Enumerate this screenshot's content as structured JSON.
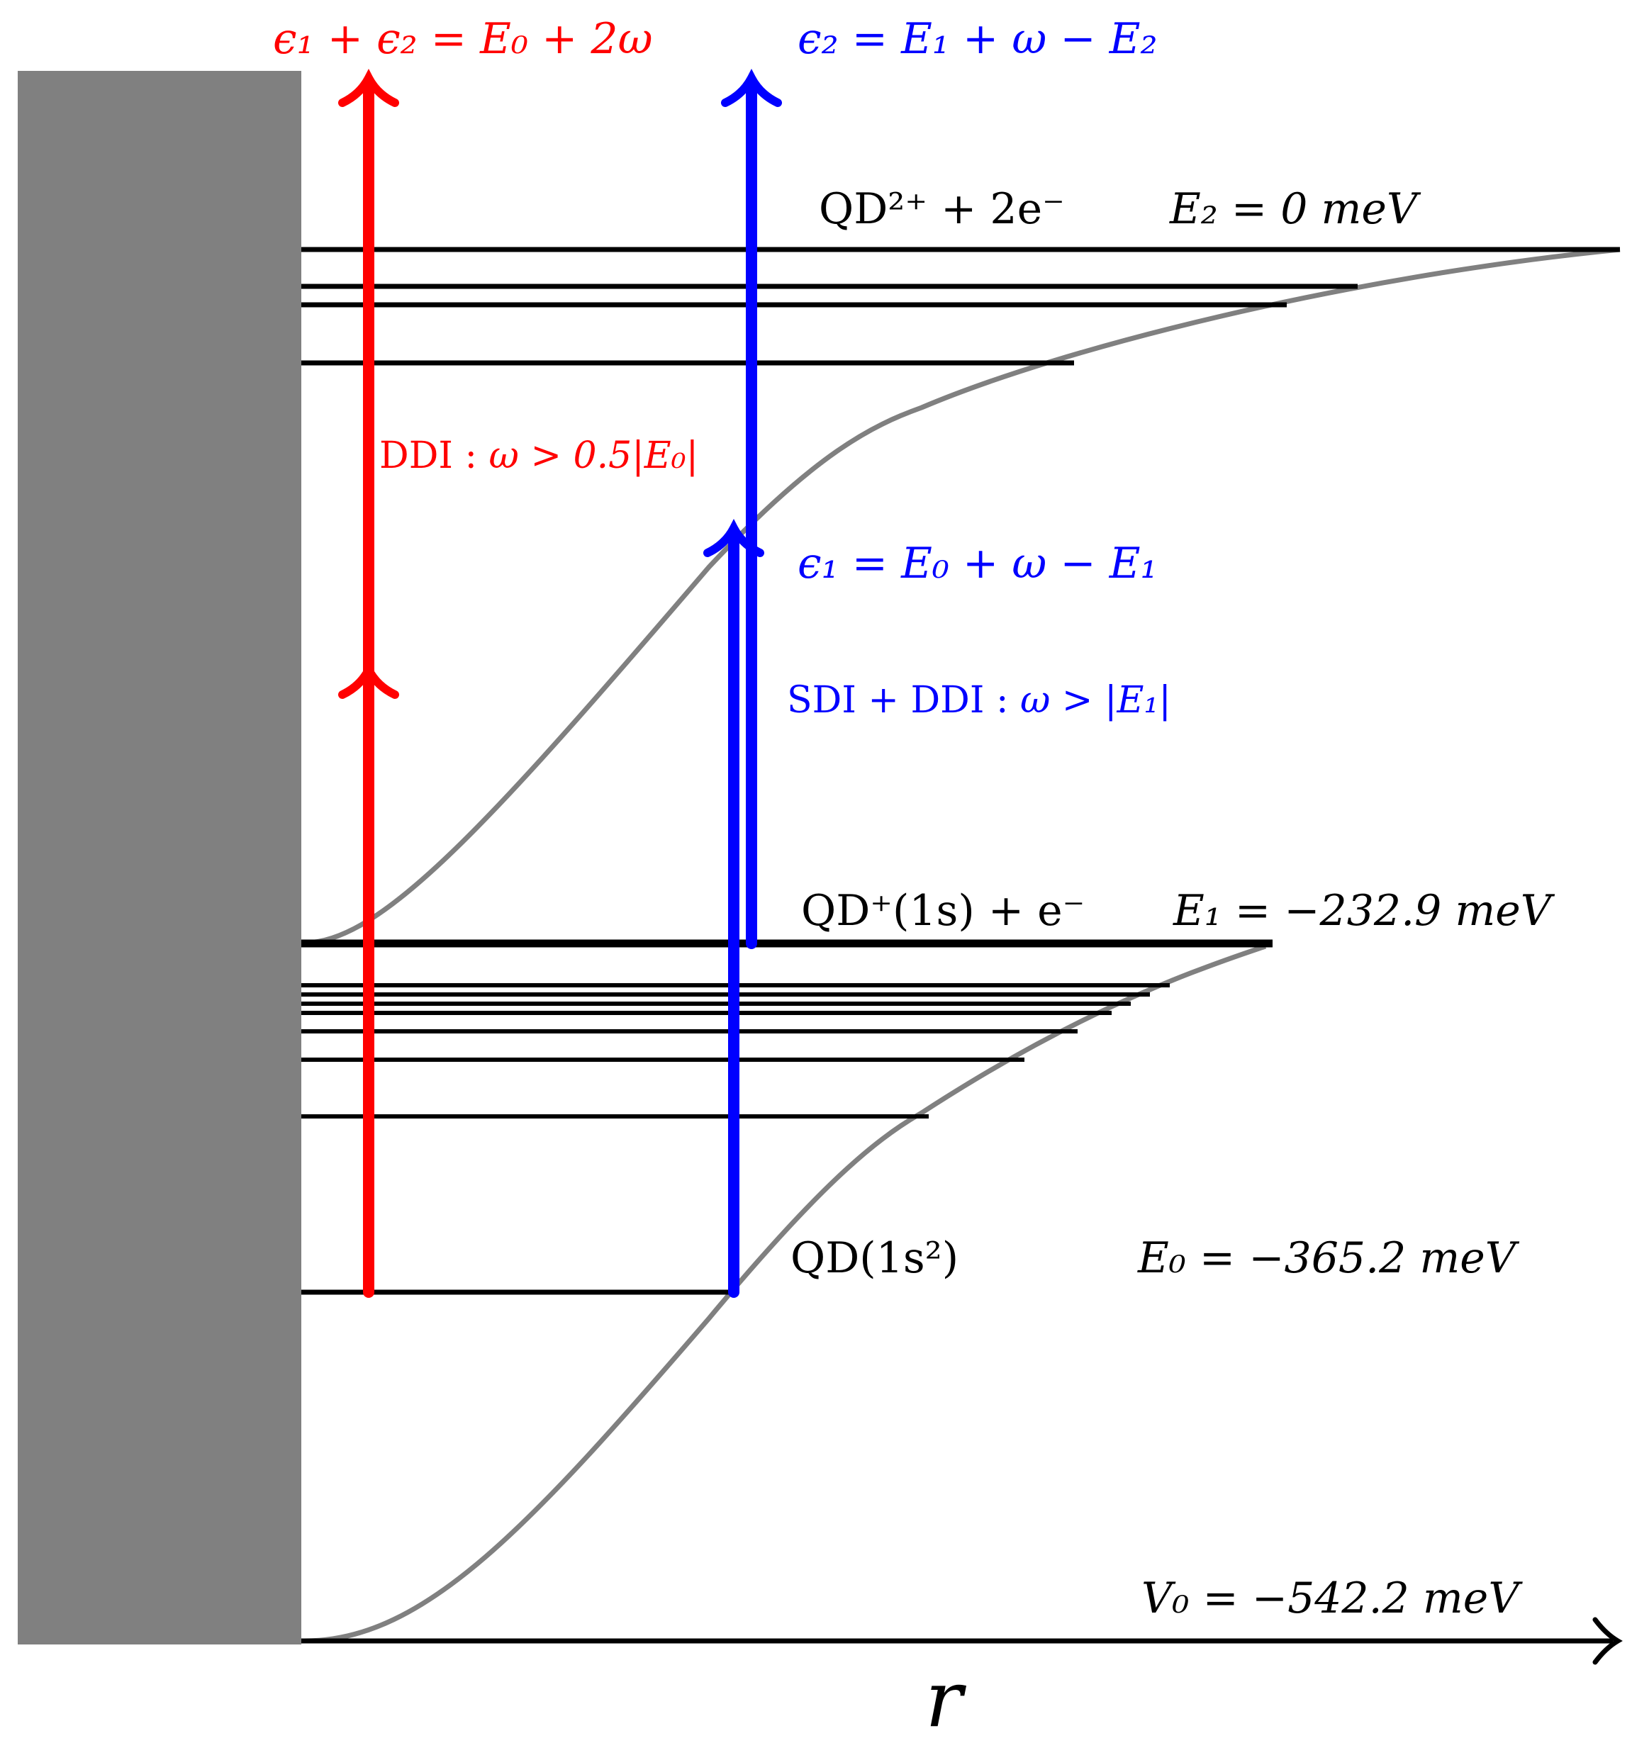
{
  "colors": {
    "red": "#ff0000",
    "blue": "#0000ff",
    "wall": "#808080",
    "curve": "#808080",
    "black": "#000000"
  },
  "labels": {
    "red_top": {
      "eq": "ϵ₁ + ϵ₂ = E₀ + 2ω"
    },
    "blue_top": {
      "eq": "ϵ₂ = E₁ + ω − E₂"
    },
    "ddi": {
      "text": "DDI : ",
      "cond": "ω > 0.5|E₀|"
    },
    "blue_mid": {
      "eq": "ϵ₁ = E₀ + ω − E₁"
    },
    "sdi": {
      "text": "SDI + DDI : ",
      "cond": "ω > |E₁|"
    },
    "level_top": {
      "state": "QD²⁺ + 2e⁻",
      "energy": "E₂ = 0 meV"
    },
    "level_mid": {
      "state": "QD⁺(1s) + e⁻",
      "energy": "E₁ = −232.9 meV"
    },
    "level_ground": {
      "state": "QD(1s²)",
      "energy": "E₀ = −365.2 meV"
    },
    "baseline": {
      "energy": "V₀ = −542.2 meV"
    },
    "axis": {
      "label": "r"
    }
  }
}
